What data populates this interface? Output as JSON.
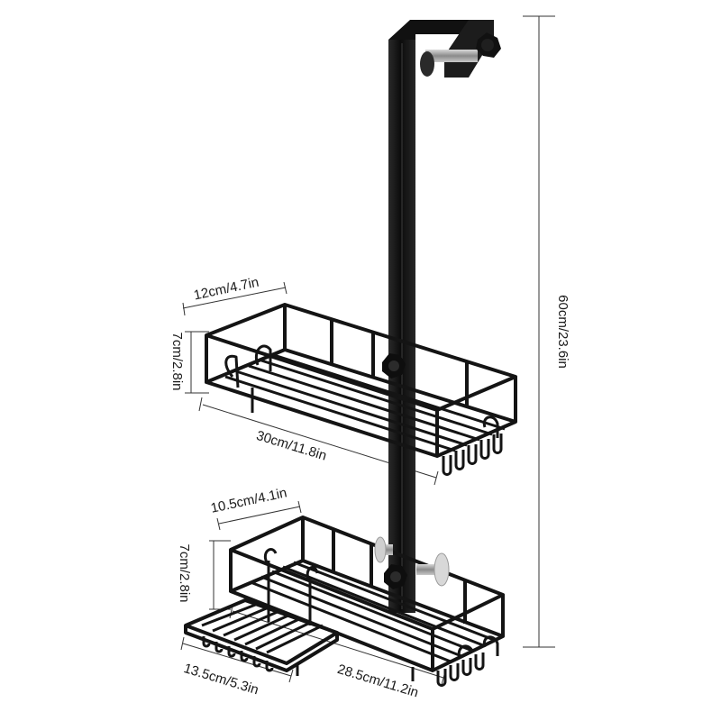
{
  "product": {
    "name": "Hanging shower caddy with two baskets and soap dish",
    "color": "#141414"
  },
  "dimensions": {
    "total_height": "60cm/23.6in",
    "upper_depth": "12cm/4.7in",
    "upper_height": "7cm/2.8in",
    "upper_width": "30cm/11.8in",
    "lower_depth": "10.5cm/4.1in",
    "lower_height": "7cm/2.8in",
    "lower_width": "28.5cm/11.2in",
    "soap_dish_width": "13.5cm/5.3in"
  }
}
